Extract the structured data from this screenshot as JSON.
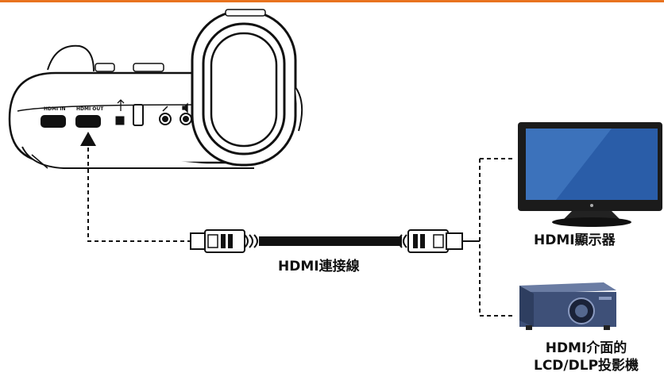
{
  "colors": {
    "top_bar": "#e8731f",
    "screen": "#2a5da8",
    "screen_highlight": "#5c93d6",
    "projector": "#4a5d84"
  },
  "device": {
    "ports": {
      "hdmi_in": "HDMI IN",
      "hdmi_out": "HDMI OUT"
    }
  },
  "labels": {
    "cable": "HDMI連接線",
    "monitor": "HDMI顯示器",
    "projector_line1": "HDMI介面的",
    "projector_line2": "LCD/DLP投影機"
  },
  "icons": [
    "arrow-up-icon",
    "usb-icon",
    "mic-icon",
    "speaker-icon"
  ]
}
